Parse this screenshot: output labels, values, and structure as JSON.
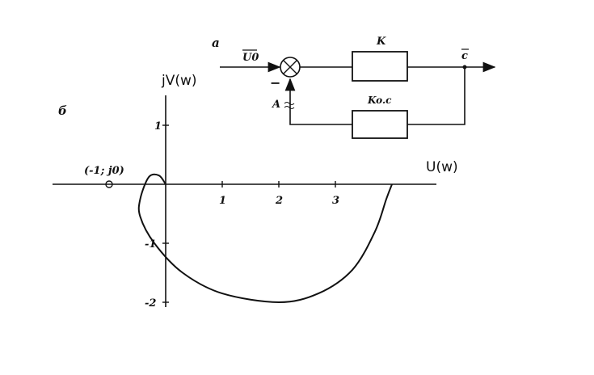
{
  "block_diagram": {
    "panel_label": "a",
    "input_label": "U0",
    "minus_sign": "−",
    "forward_block_label": "K",
    "output_label": "c",
    "feedback_block_label": "Ko.c",
    "feedback_point_label": "A"
  },
  "nyquist_plot": {
    "panel_label": "б",
    "x_axis_label": "U(w)",
    "y_axis_label": "jV(w)",
    "critical_point_label": "(-1; j0)",
    "x_tick_labels": [
      "1",
      "2",
      "3"
    ],
    "y_tick_labels": [
      "1",
      "-1",
      "-2"
    ]
  },
  "chart_data": {
    "type": "line",
    "xlabel": "U(w)",
    "ylabel": "jV(w)",
    "xlim": [
      -2,
      4.8
    ],
    "ylim": [
      -2.2,
      1.6
    ],
    "x_ticks": [
      1,
      2,
      3
    ],
    "y_ticks": [
      1,
      -1,
      -2
    ],
    "critical_point": {
      "x": -1,
      "y": 0,
      "label": "(-1; j0)"
    },
    "series": [
      {
        "points": [
          [
            0,
            0
          ],
          [
            -0.12,
            0.15
          ],
          [
            -0.3,
            0.12
          ],
          [
            -0.45,
            -0.25
          ],
          [
            -0.45,
            -0.55
          ],
          [
            -0.2,
            -1.0
          ],
          [
            0.3,
            -1.5
          ],
          [
            1.0,
            -1.85
          ],
          [
            2.0,
            -2.0
          ],
          [
            2.7,
            -1.85
          ],
          [
            3.3,
            -1.45
          ],
          [
            3.7,
            -0.8
          ],
          [
            3.9,
            -0.25
          ],
          [
            4.0,
            0
          ]
        ]
      }
    ]
  }
}
